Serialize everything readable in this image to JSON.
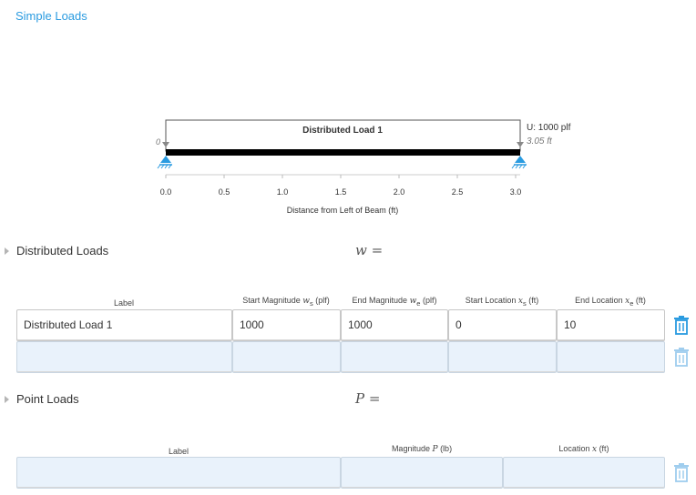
{
  "header": {
    "link_label": "Simple Loads"
  },
  "diagram": {
    "load_label": "Distributed Load 1",
    "start_marker": "0",
    "end_label_line1": "U: 1000 plf",
    "end_label_line2": "3.05 ft",
    "ticks": [
      "0.0",
      "0.5",
      "1.0",
      "1.5",
      "2.0",
      "2.5",
      "3.0"
    ],
    "xlabel": "Distance from Left of Beam (ft)",
    "beam_color": "#000000",
    "support_color": "#2a9be0"
  },
  "distributed": {
    "title": "Distributed Loads",
    "symbol": "w =",
    "headers": {
      "label": "Label",
      "start_mag": "Start Magnitude",
      "start_mag_sym": "w",
      "start_mag_sub": "s",
      "start_mag_unit": "(plf)",
      "end_mag": "End Magnitude",
      "end_mag_sym": "w",
      "end_mag_sub": "e",
      "end_mag_unit": "(plf)",
      "start_loc": "Start Location",
      "start_loc_sym": "x",
      "start_loc_sub": "s",
      "start_loc_unit": "(ft)",
      "end_loc": "End Location",
      "end_loc_sym": "x",
      "end_loc_sub": "e",
      "end_loc_unit": "(ft)"
    },
    "rows": [
      {
        "label": "Distributed Load 1",
        "start_mag": "1000",
        "end_mag": "1000",
        "start_loc": "0",
        "end_loc": "10"
      }
    ]
  },
  "point": {
    "title": "Point Loads",
    "symbol": "P =",
    "headers": {
      "label": "Label",
      "magnitude": "Magnitude",
      "magnitude_sym": "P",
      "magnitude_unit": "(lb)",
      "location": "Location",
      "location_sym": "x",
      "location_unit": "(ft)"
    }
  },
  "colors": {
    "accent": "#2a9be0",
    "empty_row": "#e9f2fb",
    "trash_active": "#2a9be0",
    "trash_inactive": "#9fcdee"
  }
}
